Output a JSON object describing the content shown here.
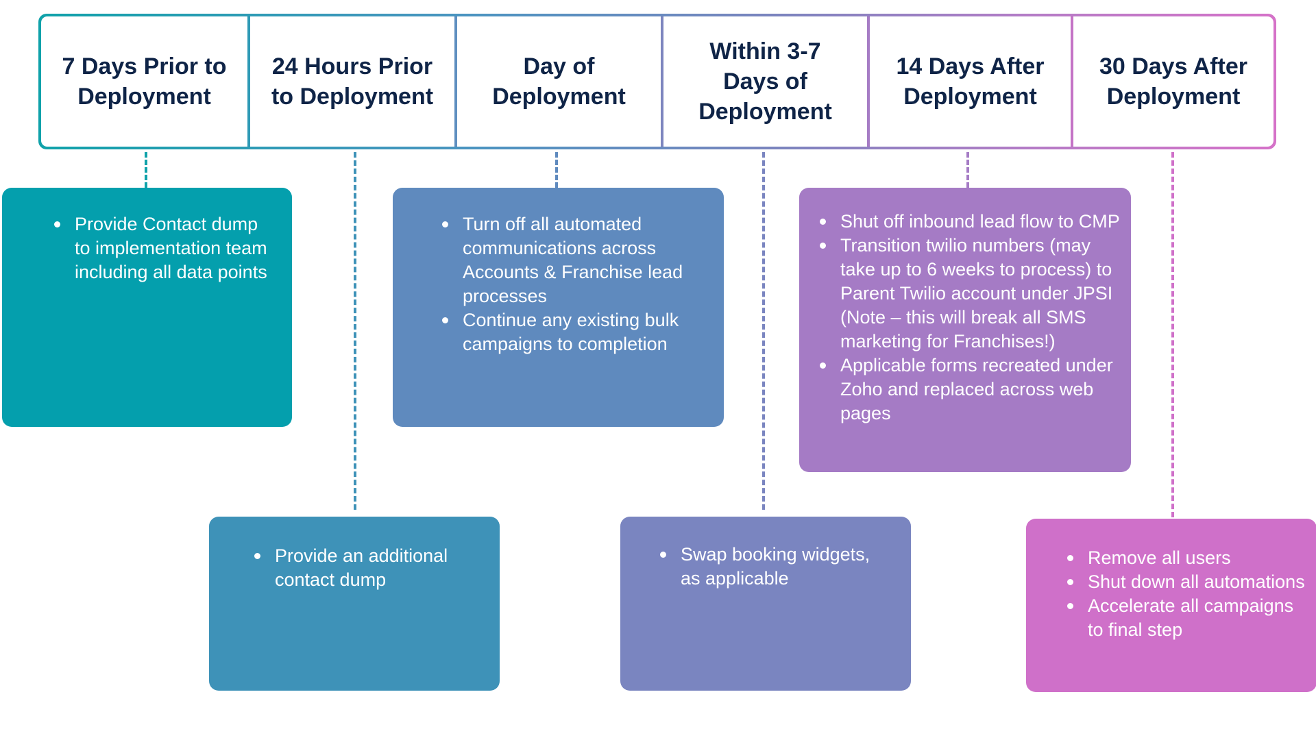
{
  "stages": [
    {
      "line1": "7 Days Prior to",
      "line2": "Deployment",
      "line3": ""
    },
    {
      "line1": "24 Hours Prior",
      "line2": "to Deployment",
      "line3": ""
    },
    {
      "line1": "Day of",
      "line2": "Deployment",
      "line3": ""
    },
    {
      "line1": "Within 3-7",
      "line2": "Days of",
      "line3": "Deployment"
    },
    {
      "line1": "14 Days After",
      "line2": "Deployment",
      "line3": ""
    },
    {
      "line1": "30 Days After",
      "line2": "Deployment",
      "line3": ""
    }
  ],
  "cards": {
    "seven_days_prior": {
      "color": "#049fad",
      "items": [
        "Provide Contact dump to implementation team including all data points"
      ]
    },
    "hours_prior": {
      "color": "#3e92b8",
      "items": [
        "Provide an additional contact dump"
      ]
    },
    "day_of": {
      "color": "#5f8abe",
      "items": [
        "Turn off all automated communications across Accounts & Franchise lead processes",
        "Continue any existing bulk campaigns to completion"
      ]
    },
    "within_days": {
      "color": "#7a85c0",
      "items": [
        "Swap booking widgets, as applicable"
      ]
    },
    "fourteen_days_after": {
      "color": "#a57bc5",
      "items": [
        "Shut off inbound lead flow to CMP",
        "Transition twilio numbers (may take up to 6 weeks to process) to Parent Twilio account under JPSI (Note – this will break all SMS  marketing for Franchises!)",
        "Applicable forms recreated under Zoho and replaced across web pages"
      ]
    },
    "thirty_days_after": {
      "color": "#cf70c9",
      "items": [
        "Remove all users",
        "Shut down all automations",
        "Accelerate all campaigns to final step"
      ]
    }
  },
  "colors": {
    "heading_text": "#0f2447",
    "gradient_start": "#10a2aa",
    "gradient_end": "#d572c8"
  }
}
